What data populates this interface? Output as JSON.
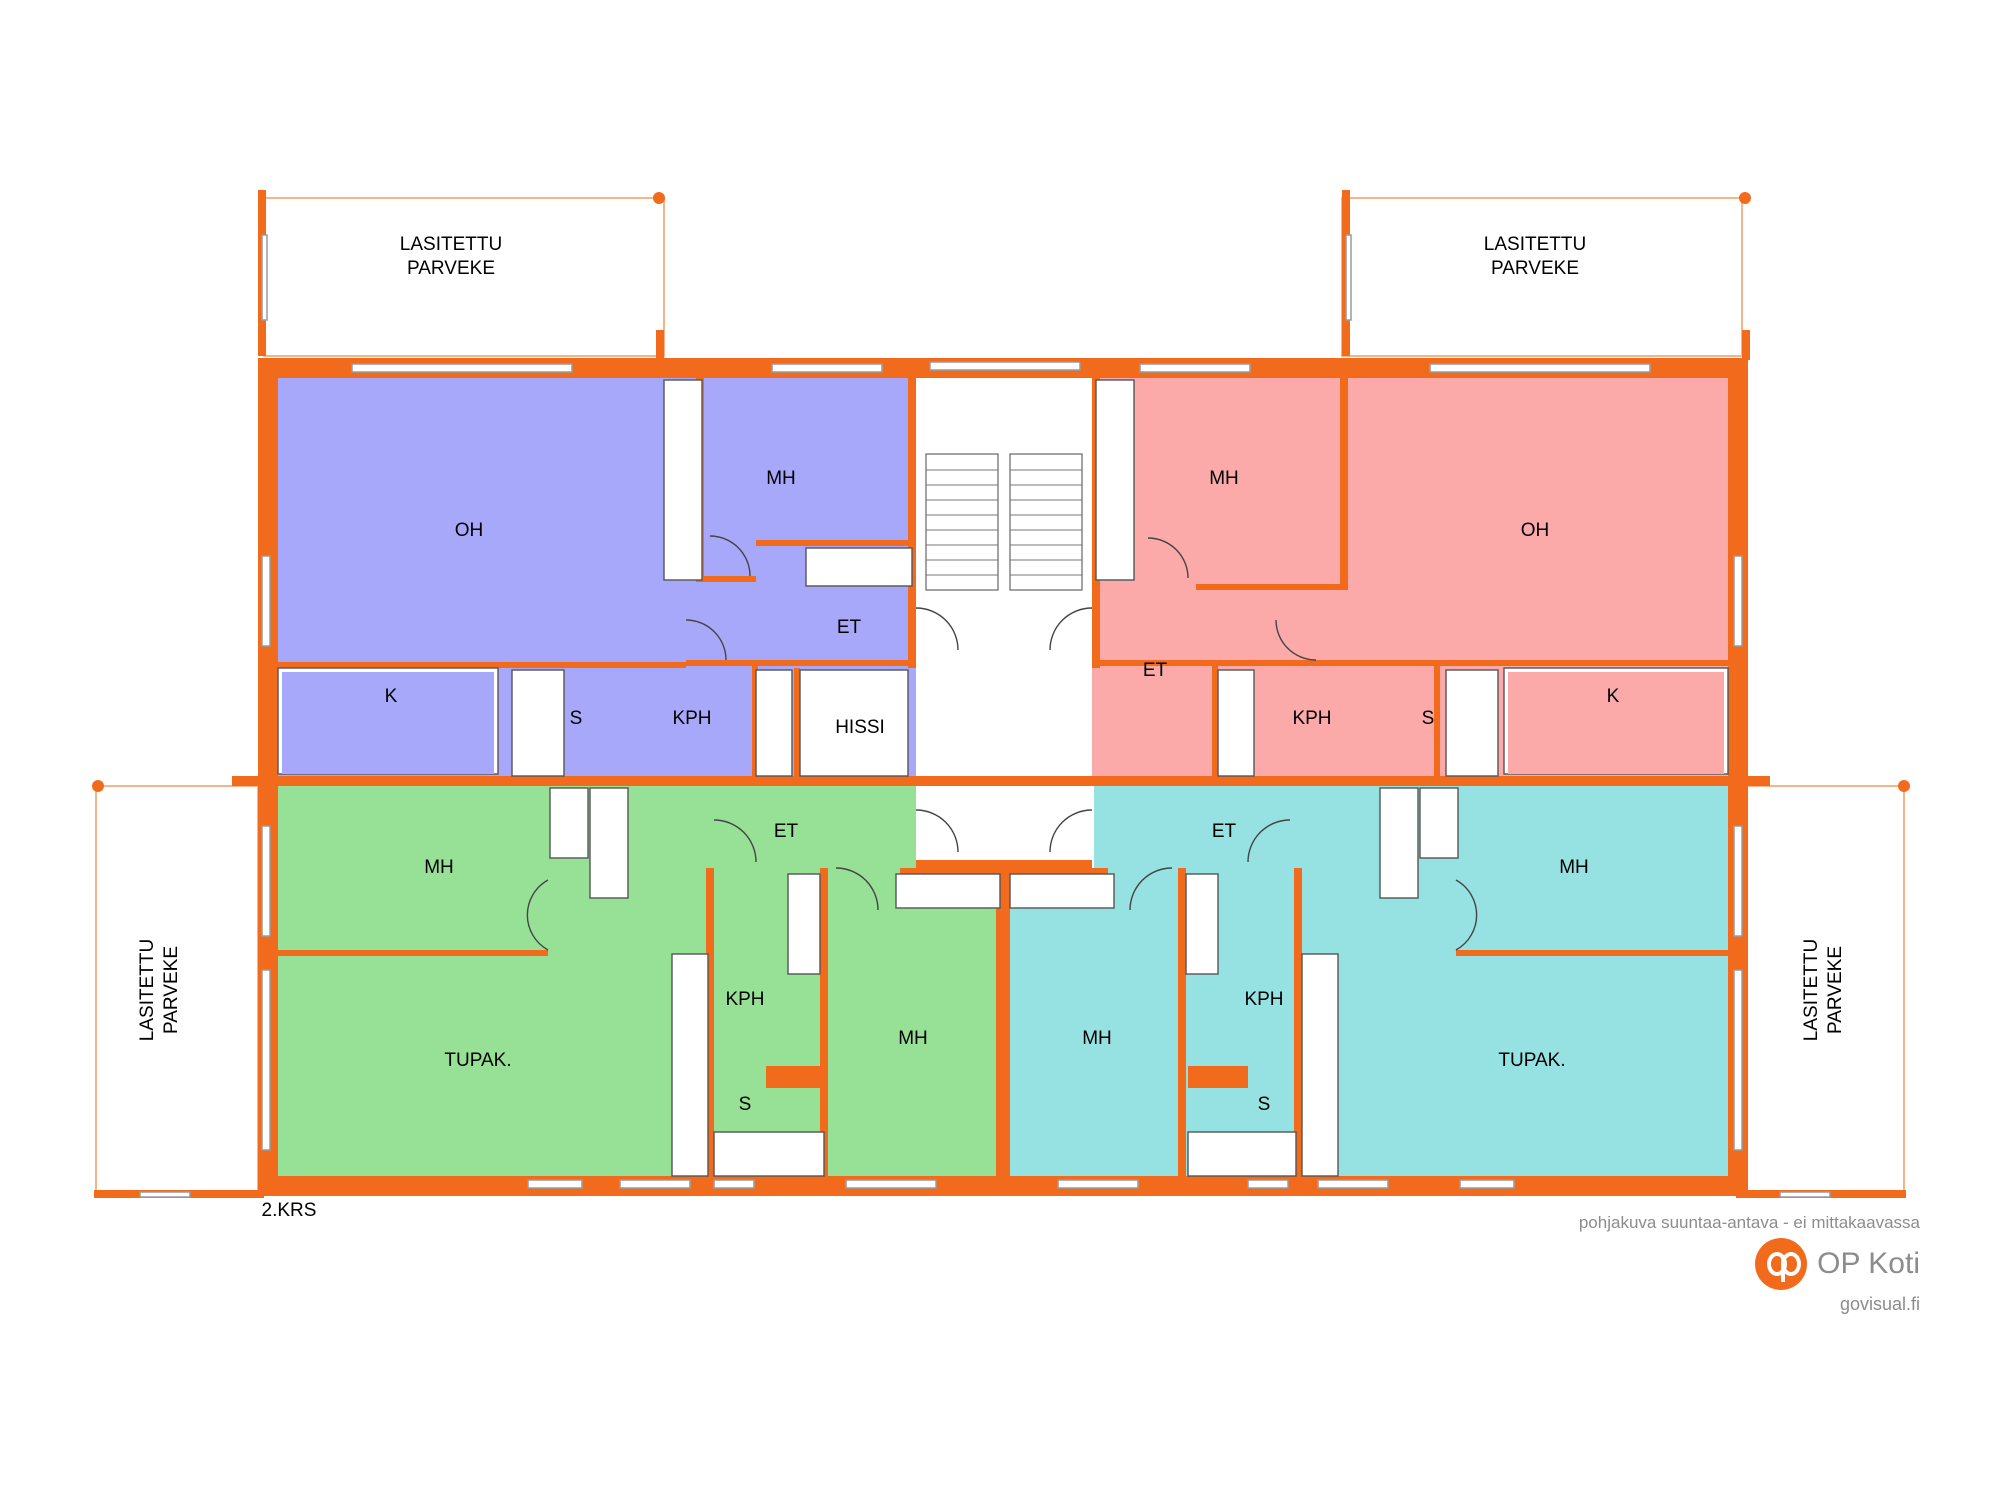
{
  "colors": {
    "wall": "#f26b1d",
    "apartment_a": "#a8a8fb",
    "apartment_b": "#fba9a9",
    "apartment_c": "#96e196",
    "apartment_d": "#96e1e1",
    "logo": "#f26b1d"
  },
  "balconies": {
    "top_left": {
      "line1": "LASITETTU",
      "line2": "PARVEKE"
    },
    "top_right": {
      "line1": "LASITETTU",
      "line2": "PARVEKE"
    },
    "left": {
      "line1": "LASITETTU",
      "line2": "PARVEKE"
    },
    "right": {
      "line1": "LASITETTU",
      "line2": "PARVEKE"
    }
  },
  "rooms": {
    "a_oh": "OH",
    "a_mh": "MH",
    "a_et": "ET",
    "a_k": "K",
    "a_s": "S",
    "a_kph": "KPH",
    "hissi": "HISSI",
    "b_mh": "MH",
    "b_oh": "OH",
    "b_et": "ET",
    "b_kph": "KPH",
    "b_s": "S",
    "b_k": "K",
    "c_mh1": "MH",
    "c_et": "ET",
    "c_tupak": "TUPAK.",
    "c_kph": "KPH",
    "c_mh2": "MH",
    "c_s": "S",
    "d_et": "ET",
    "d_mh1": "MH",
    "d_mh2": "MH",
    "d_kph": "KPH",
    "d_tupak": "TUPAK.",
    "d_s": "S"
  },
  "floor_label": "2.KRS",
  "disclaimer": "pohjakuva suuntaa-antava - ei mittakaavassa",
  "brand": {
    "name": "OP Koti",
    "site": "govisual.fi",
    "logo_icon": "op-logo-icon"
  }
}
